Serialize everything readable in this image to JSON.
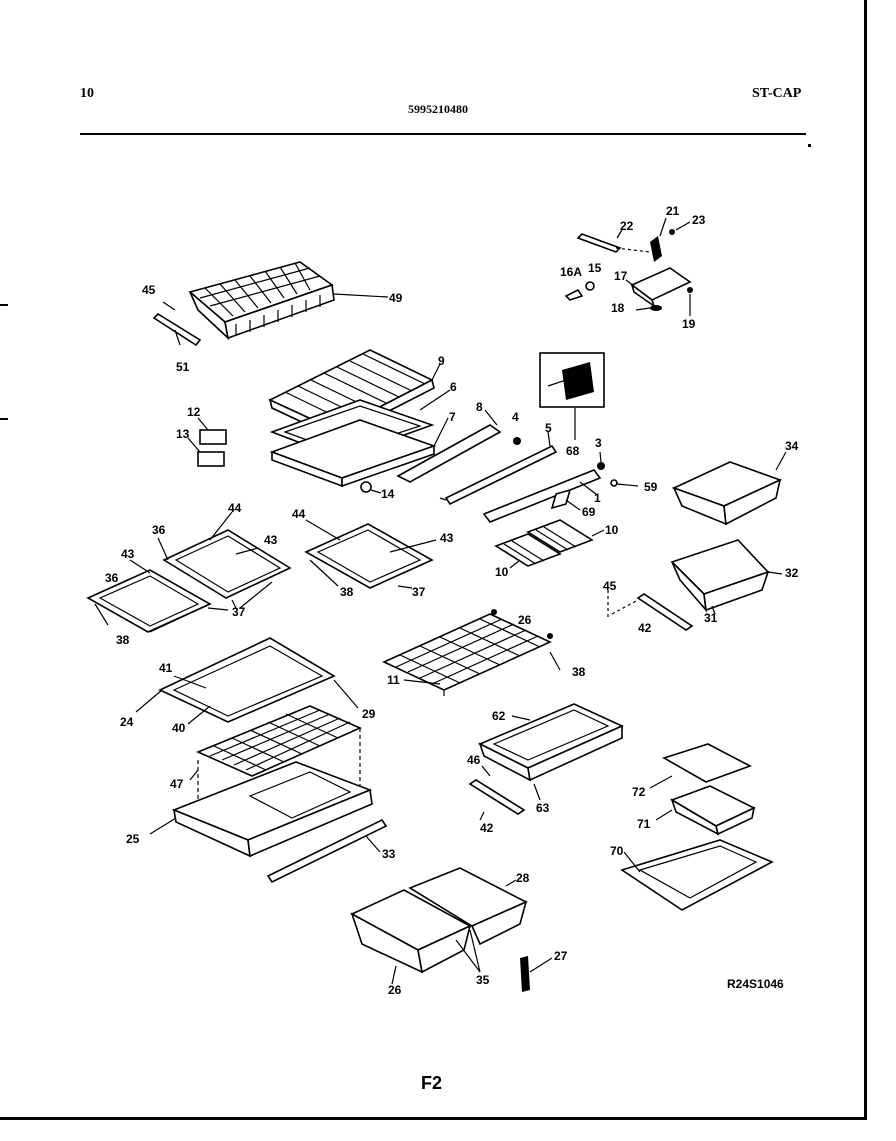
{
  "header": {
    "page_number": "10",
    "part_number": "5995210480",
    "model_code": "ST-CAP"
  },
  "footer": {
    "diagram_code": "R24S1046",
    "figure": "F2"
  },
  "callouts": [
    "49",
    "45",
    "51",
    "9",
    "6",
    "7",
    "8",
    "4",
    "5",
    "68",
    "12",
    "13",
    "14",
    "3",
    "1",
    "59",
    "69",
    "10",
    "10",
    "34",
    "32",
    "31",
    "45",
    "42",
    "21",
    "22",
    "23",
    "16A",
    "15",
    "17",
    "18",
    "19",
    "44",
    "43",
    "36",
    "37",
    "43",
    "38",
    "44",
    "43",
    "38",
    "37",
    "36",
    "26",
    "11",
    "38",
    "41",
    "24",
    "40",
    "29",
    "62",
    "46",
    "63",
    "42",
    "47",
    "72",
    "71",
    "25",
    "33",
    "70",
    "28",
    "26",
    "35",
    "27"
  ]
}
